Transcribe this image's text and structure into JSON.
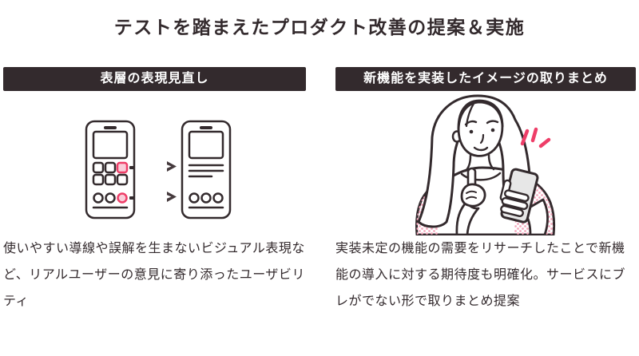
{
  "title": "テストを踏まえたプロダクト改善の提案＆実施",
  "columns": [
    {
      "header": "表層の表現見直し",
      "description": "使いやすい導線や誤解を生まないビジュアル表現など、リアルユーザーの意見に寄り添ったユーザビリティ",
      "illustration": "before-after-phone-wireframes"
    },
    {
      "header": "新機能を実装したイメージの取りまとめ",
      "description": "実装未定の機能の需要をリサーチしたことで新機能の導入に対する期待度も明確化。サービスにブレがでない形で取りまとめ提案",
      "illustration": "woman-looking-at-smartphone"
    }
  ],
  "icons": [
    "phone-before-wireframe",
    "arrow-right-icon",
    "phone-after-wireframe",
    "woman-with-smartphone-illustration",
    "sparkle-marks-icon"
  ],
  "colors": {
    "dark": "#332a2d",
    "accent_pink": "#ee3e68",
    "accent_pink_light": "#f9cdd9",
    "dot_pink": "#f4a7bc",
    "screen_gray": "#e7e7e7",
    "background": "#ffffff"
  }
}
